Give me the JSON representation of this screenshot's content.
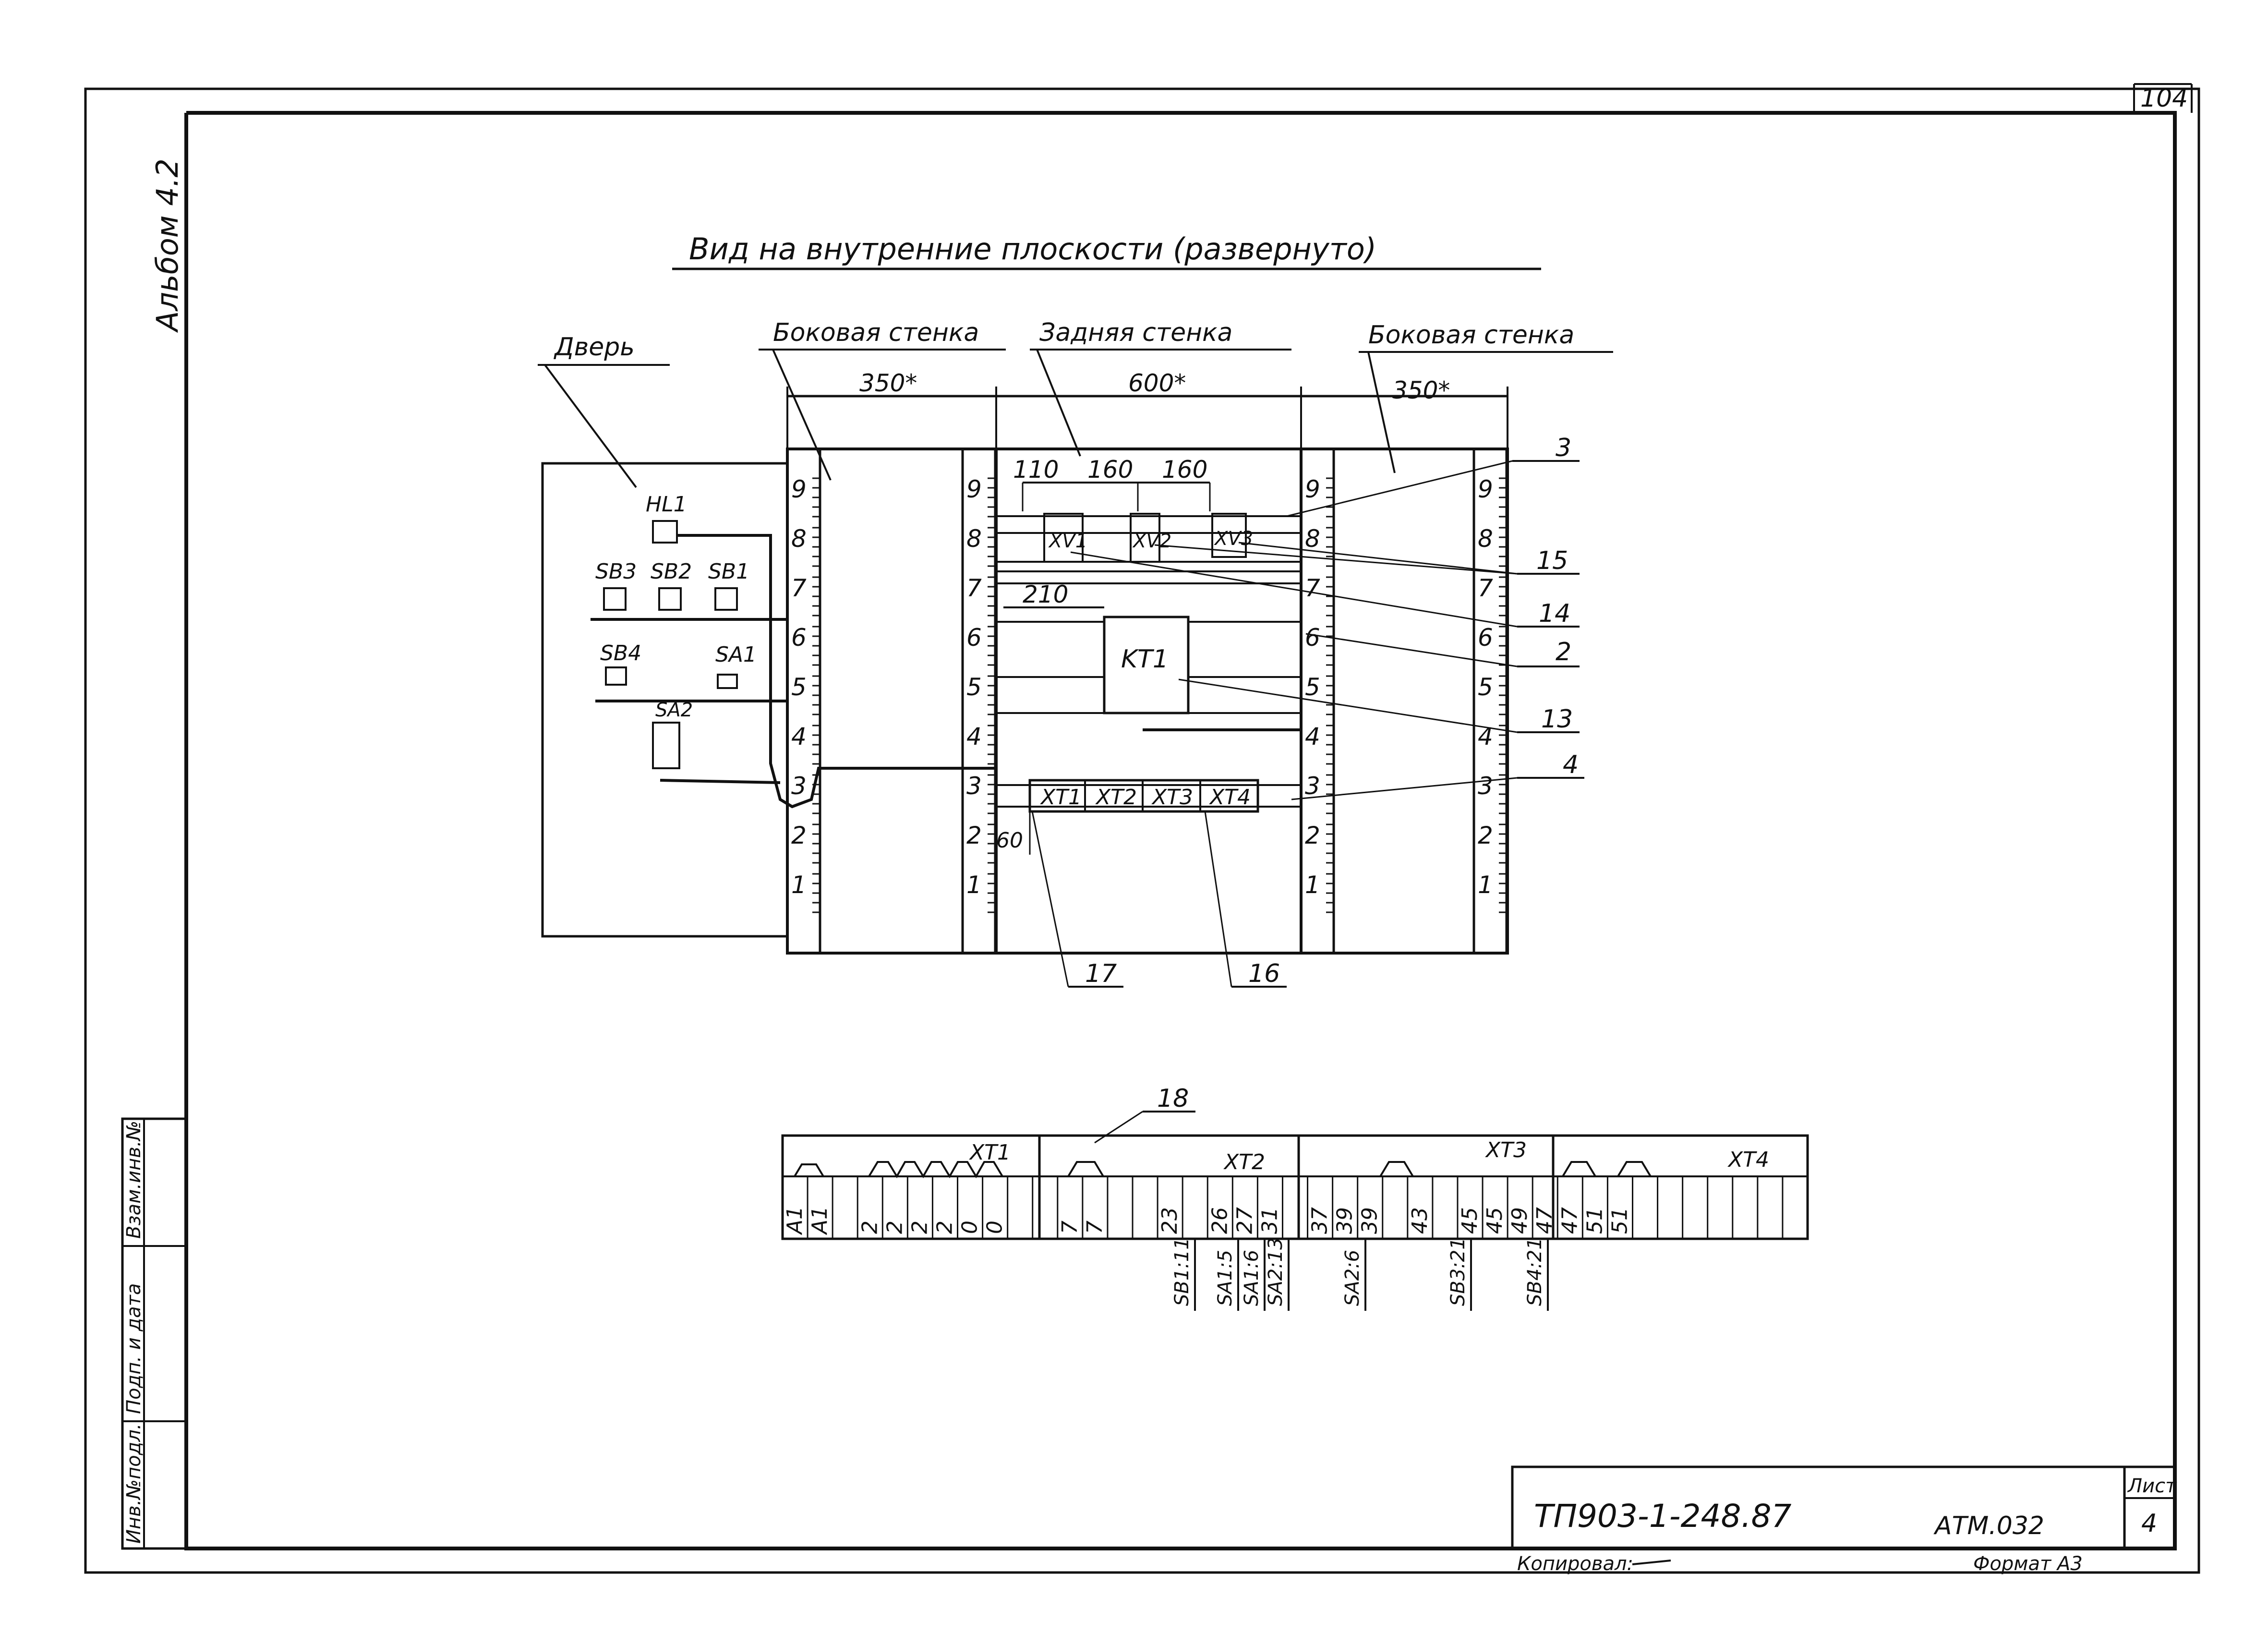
{
  "sheet_corner": "104",
  "album": "Альбом 4.2",
  "title": "Вид на внутренние плоскости (развернуто)",
  "sections": {
    "door": "Дверь",
    "side_left": "Боковая стенка",
    "back": "Задняя стенка",
    "side_right": "Боковая стенка"
  },
  "dimensions": {
    "side_left": "350*",
    "back": "600*",
    "side_right": "350*",
    "d110": "110",
    "d160a": "160",
    "d160b": "160",
    "d210": "210",
    "d60": "60"
  },
  "scale_marks": [
    "1",
    "2",
    "3",
    "4",
    "5",
    "6",
    "7",
    "8",
    "9"
  ],
  "door_devices": [
    "HL1",
    "SB3",
    "SB2",
    "SB1",
    "SB4",
    "SA1",
    "SA2"
  ],
  "back_devices": {
    "xv": [
      "XV1",
      "XV2",
      "XV3"
    ],
    "kt": "KT1",
    "xt": [
      "XT1",
      "XT2",
      "XT3",
      "XT4"
    ]
  },
  "callouts": [
    "3",
    "15",
    "14",
    "2",
    "13",
    "4",
    "17",
    "16",
    "18"
  ],
  "terminal_strip": {
    "blocks": [
      "XT1",
      "XT2",
      "XT3",
      "XT4"
    ],
    "terminals": [
      "A1",
      "A1",
      "",
      "2",
      "2",
      "2",
      "2",
      "0",
      "0",
      "",
      "",
      "7",
      "7",
      "",
      "",
      "23",
      "",
      "26",
      "27",
      "31",
      "",
      "37",
      "39",
      "39",
      "",
      "43",
      "",
      "45",
      "45",
      "49",
      "47",
      "47",
      "51",
      "51",
      "",
      "",
      "",
      "",
      "",
      "",
      ""
    ],
    "connections": [
      "SB1:11",
      "SA1:5",
      "SA1:6",
      "SA2:13",
      "SA2:6",
      "SB3:21",
      "SB4:21"
    ]
  },
  "stamp_sidebar": [
    "Инв.№подл.",
    "Подп. и дата",
    "Взам.инв.№"
  ],
  "title_block": {
    "doc_number": "ТП903-1-248.87",
    "code": "АТМ.032",
    "sheet_label": "Лист",
    "sheet_number": "4",
    "copied": "Копировал:",
    "format": "Формат А3"
  }
}
